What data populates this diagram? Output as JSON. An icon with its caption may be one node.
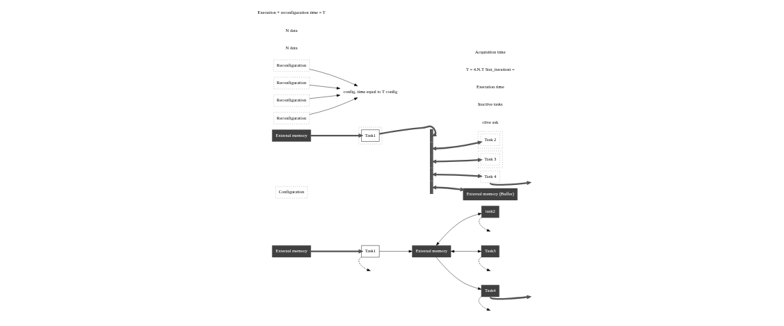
{
  "diagram": {
    "nodes": [
      {
        "text": [
          "External memory"
        ]
      },
      {
        "text": [
          "Configuration"
        ]
      },
      {
        "text": [
          "Task1"
        ]
      },
      {
        "text": [
          "task2"
        ]
      },
      {
        "text": [
          "Task3"
        ]
      },
      {
        "text": [
          "Task4"
        ]
      },
      {
        "text": [
          "External memory"
        ]
      },
      {
        "text": [
          "External memory"
        ]
      },
      {
        "text": [
          "Reconfiguration"
        ]
      },
      {
        "text": [],
        "shape": "box"
      },
      {
        "text": [
          "Task1"
        ],
        "in": 9
      },
      {
        "text": [
          "Reconfiguration"
        ]
      },
      {
        "text": [],
        "shape": "box"
      },
      {
        "text": [
          "Task 2"
        ],
        "in": 12
      },
      {
        "text": [
          "Reconfiguration"
        ]
      },
      {
        "text": [],
        "shape": "box"
      },
      {
        "text": [
          "Task 3"
        ],
        "in": 15
      },
      {
        "text": [
          "Reconfiguration"
        ]
      },
      {
        "text": [
          "Task 4"
        ]
      },
      {
        "text": [],
        "shape": "bar"
      },
      {
        "text": [
          "config. time equal to T config"
        ]
      },
      {
        "text": [
          "External memory (Buffer)"
        ]
      }
    ],
    "edges": [
      {
        "from": 0,
        "to": 2,
        "arrow": "to",
        "style": "thick",
        "color": "#555555"
      },
      {
        "from": 2,
        "to": 6,
        "arrow": "to"
      },
      {
        "from": 6,
        "to": 3,
        "arrow": "both"
      },
      {
        "from": 6,
        "to": 4,
        "arrow": "both"
      },
      {
        "from": 6,
        "to": 5,
        "arrow": "to"
      },
      {
        "from": 2,
        "to": null,
        "arrow": "to",
        "style": "dashed"
      },
      {
        "from": 3,
        "to": null,
        "arrow": "to",
        "style": "dashed"
      },
      {
        "from": 4,
        "to": null,
        "arrow": "to",
        "style": "dashed"
      },
      {
        "from": 5,
        "to": null,
        "arrow": "to",
        "style": "thick",
        "color": "#555555"
      },
      {
        "from": 5,
        "to": null,
        "arrow": "to",
        "style": "dashed"
      },
      {
        "from": 7,
        "to": 10,
        "arrow": "to",
        "style": "thick",
        "color": "#555555"
      },
      {
        "from": 10,
        "to": 19,
        "arrow": "to",
        "style": "thick",
        "color": "#555555"
      },
      {
        "from": 19,
        "to": 13,
        "arrow": "both",
        "style": "thick",
        "color": "#555555"
      },
      {
        "from": 19,
        "to": 16,
        "arrow": "both",
        "style": "thick",
        "color": "#555555"
      },
      {
        "from": 19,
        "to": 18,
        "arrow": "both",
        "style": "thick",
        "color": "#555555"
      },
      {
        "from": 19,
        "to": 21,
        "arrow": "both",
        "style": "thick",
        "color": "#555555"
      },
      {
        "from": 18,
        "to": null,
        "arrow": "to",
        "style": "thick",
        "color": "#555555"
      },
      {
        "from": 8,
        "to": 20,
        "arrow": "to"
      },
      {
        "from": 11,
        "to": 20,
        "arrow": "to"
      },
      {
        "from": 14,
        "to": 20,
        "arrow": "to"
      },
      {
        "from": 17,
        "to": 20,
        "arrow": "to"
      }
    ],
    "labels": [
      "N data",
      "ctive ask",
      "Inactive tasks",
      "Execution time",
      "T = 4.N.T Stat_iterationt =",
      "Acquisition time",
      "N data",
      "Execution + reconfiguration time = T"
    ]
  }
}
